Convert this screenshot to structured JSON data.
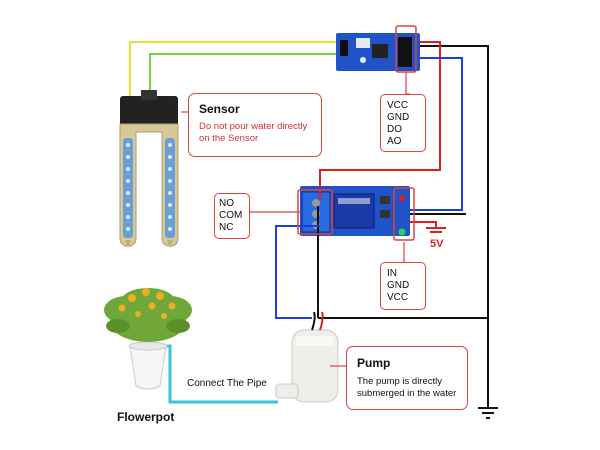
{
  "sensor_callout": {
    "title": "Sensor",
    "note": "Do not pour water directly on the Sensor",
    "note_color": "#d83030"
  },
  "module_pins": [
    "VCC",
    "GND",
    "DO",
    "AO"
  ],
  "relay_contacts": [
    "NO",
    "COM",
    "NC"
  ],
  "relay_pins": [
    "IN",
    "GND",
    "VCC"
  ],
  "voltage_label": "5V",
  "pipe_label": "Connect The Pipe",
  "pump_callout": {
    "title": "Pump",
    "note": "The pump is directly submerged in the water",
    "note_color": "#111111"
  },
  "flowerpot_label": "Flowerpot",
  "colors": {
    "callout_border": "#e04040",
    "wire_black": "#111111",
    "wire_red": "#e02020",
    "wire_blue": "#1a3fd8",
    "wire_yellow": "#e8e030",
    "wire_green": "#7ad040",
    "pipe": "#40c0d8",
    "board_blue": "#1f54c8"
  },
  "icons": [
    "soil-moisture-sensor-probe",
    "sensor-module-board",
    "relay-module-board",
    "water-pump",
    "potted-plant",
    "ground-symbol"
  ]
}
